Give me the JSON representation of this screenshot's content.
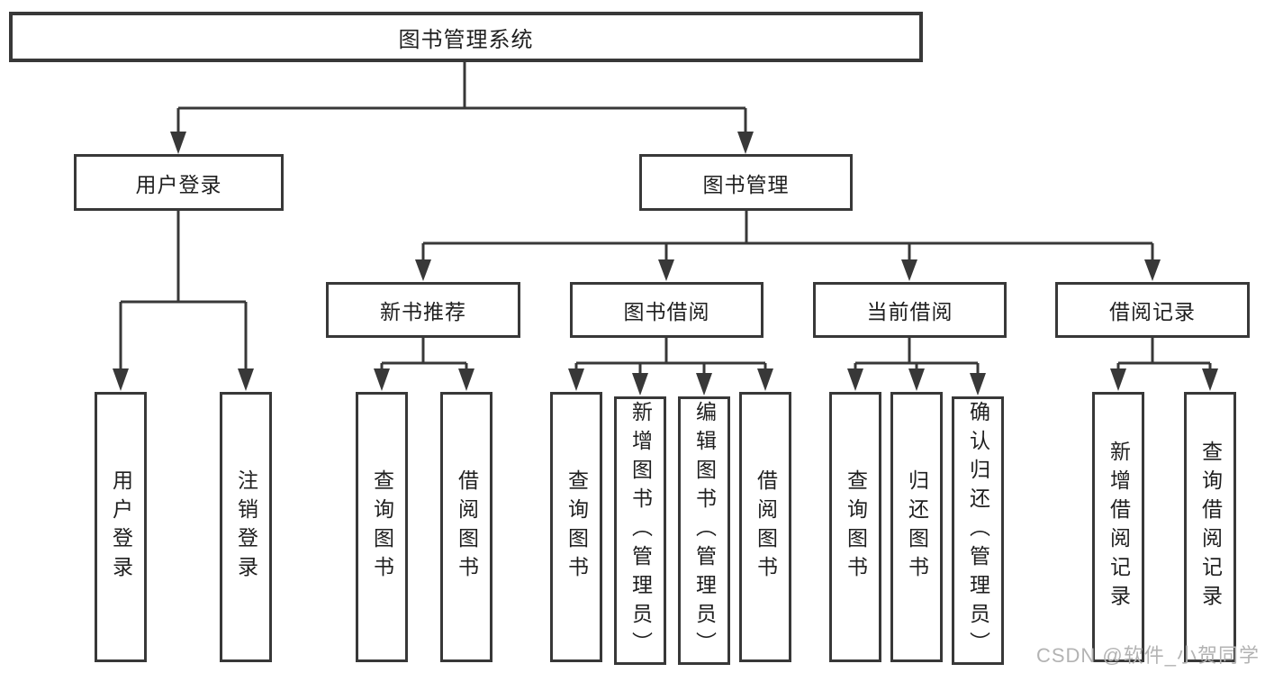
{
  "nodes": {
    "root": "图书管理系统",
    "user_login": "用户登录",
    "book_mgmt": "图书管理",
    "new_book_rec": "新书推荐",
    "book_borrow": "图书借阅",
    "current_borrow": "当前借阅",
    "borrow_record": "借阅记录",
    "leaf_login": "用户登录",
    "leaf_logout": "注销登录",
    "leaf_rec_query": "查询图书",
    "leaf_rec_borrow": "借阅图书",
    "leaf_bor_query": "查询图书",
    "leaf_bor_add": "新增图书（管理员）",
    "leaf_bor_edit": "编辑图书（管理员）",
    "leaf_bor_borrow": "借阅图书",
    "leaf_cur_query": "查询图书",
    "leaf_cur_return": "归还图书",
    "leaf_cur_confirm": "确认归还（管理员）",
    "leaf_record_add": "新增借阅记录",
    "leaf_record_query": "查询借阅记录"
  },
  "watermark": "CSDN @软件_小贺同学",
  "colors": {
    "line": "#383838",
    "text": "#1f1f1f",
    "background": "#ffffff",
    "watermark": "#b3b3b3"
  }
}
